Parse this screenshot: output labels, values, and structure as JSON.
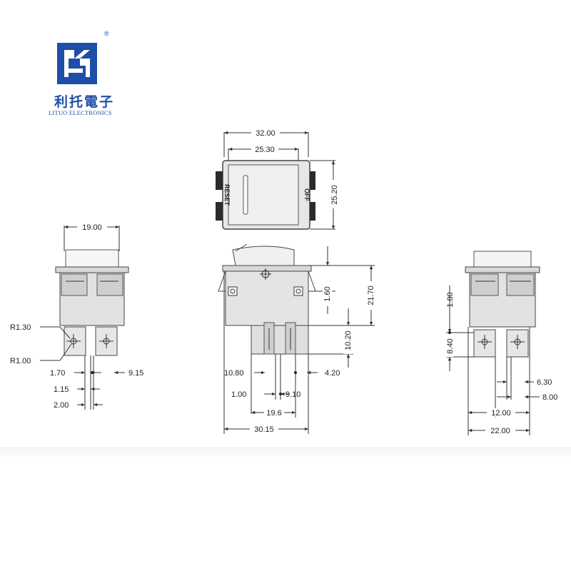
{
  "logo": {
    "chinese_name": "利托電子",
    "english_name": "LITUO ELECTRONICS",
    "registered_mark": "®",
    "brand_color": "#1f4ea8"
  },
  "switch_labels": {
    "reset": "RESET",
    "off": "OFF"
  },
  "dimensions": {
    "top_view": {
      "overall_width": "32.00",
      "rocker_width": "25.30",
      "height": "25.20"
    },
    "left_view": {
      "width": "19.00",
      "radius_outer": "R1.30",
      "radius_inner": "R1.00",
      "d_170": "1.70",
      "d_915": "9.15",
      "d_115": "1.15",
      "d_200": "2.00"
    },
    "front_view": {
      "d_160": "1.60",
      "d_2170": "21.70",
      "d_1020": "10.20",
      "d_1080": "10.80",
      "d_420": "4.20",
      "d_100": "1.00",
      "d_910": "9.10",
      "d_196": "19.6",
      "d_3015": "30.15"
    },
    "right_view": {
      "d_180": "1.80",
      "d_840": "8.40",
      "d_630": "6.30",
      "d_800": "8.00",
      "d_1200": "12.00",
      "d_2200": "22.00"
    }
  },
  "colors": {
    "line": "#333333",
    "body_fill": "#e8e8e8",
    "body_fill_dark": "#d2d2d2",
    "terminal_fill": "#e2e2e2"
  }
}
